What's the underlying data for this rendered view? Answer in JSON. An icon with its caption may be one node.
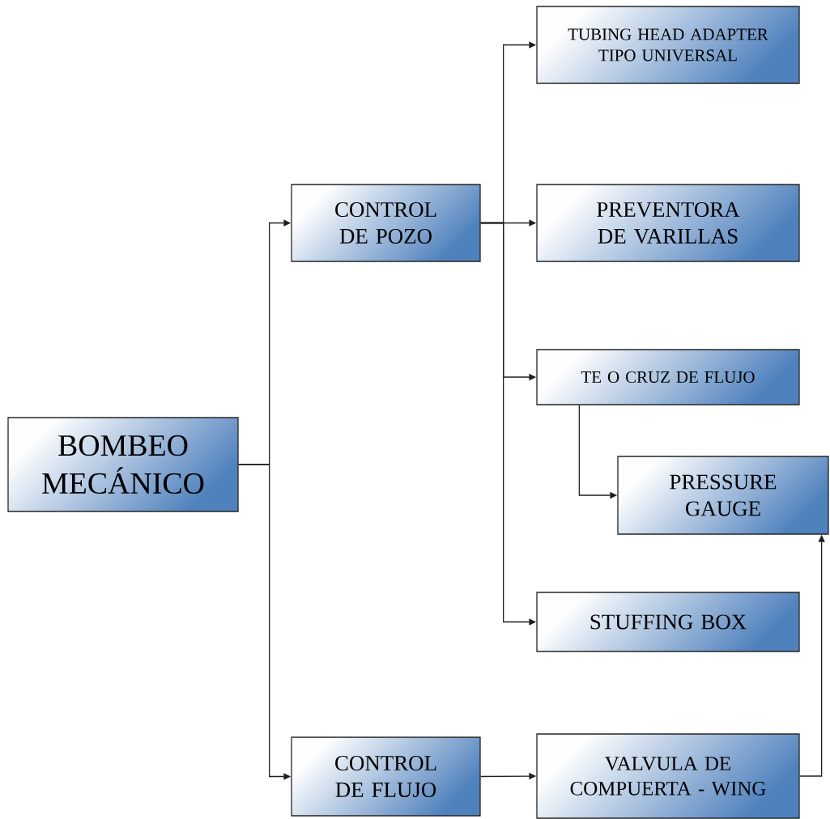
{
  "diagram": {
    "nodes": [
      {
        "text": [
          "BOMBEO MECÁNICO"
        ]
      },
      {
        "text": [
          "CONTROL DE POZO"
        ]
      },
      {
        "text": [
          "CONTROL DE FLUJO"
        ]
      },
      {
        "text": [
          "TUBING HEAD ADAPTER TIPO UNIVERSAL"
        ]
      },
      {
        "text": [
          "PREVENTORA DE VARILLAS"
        ]
      },
      {
        "text": [
          "TE O CRUZ DE FLUJO"
        ]
      },
      {
        "text": [
          "PRESSURE GAUGE"
        ]
      },
      {
        "text": [
          "STUFFING BOX"
        ]
      },
      {
        "text": [
          "VALVULA DE COMPUERTA - WING"
        ]
      }
    ],
    "edges": [
      {
        "from": 0,
        "to": 1,
        "arrow": "to"
      },
      {
        "from": 0,
        "to": 2,
        "arrow": "to"
      },
      {
        "from": 1,
        "to": 3,
        "arrow": "to"
      },
      {
        "from": 1,
        "to": 4,
        "arrow": "to"
      },
      {
        "from": 1,
        "to": 5,
        "arrow": "to"
      },
      {
        "from": 1,
        "to": 7,
        "arrow": "to"
      },
      {
        "from": 5,
        "to": 6,
        "arrow": "to"
      },
      {
        "from": 2,
        "to": 8,
        "arrow": "to"
      },
      {
        "from": 8,
        "to": 6,
        "arrow": "to"
      }
    ]
  }
}
